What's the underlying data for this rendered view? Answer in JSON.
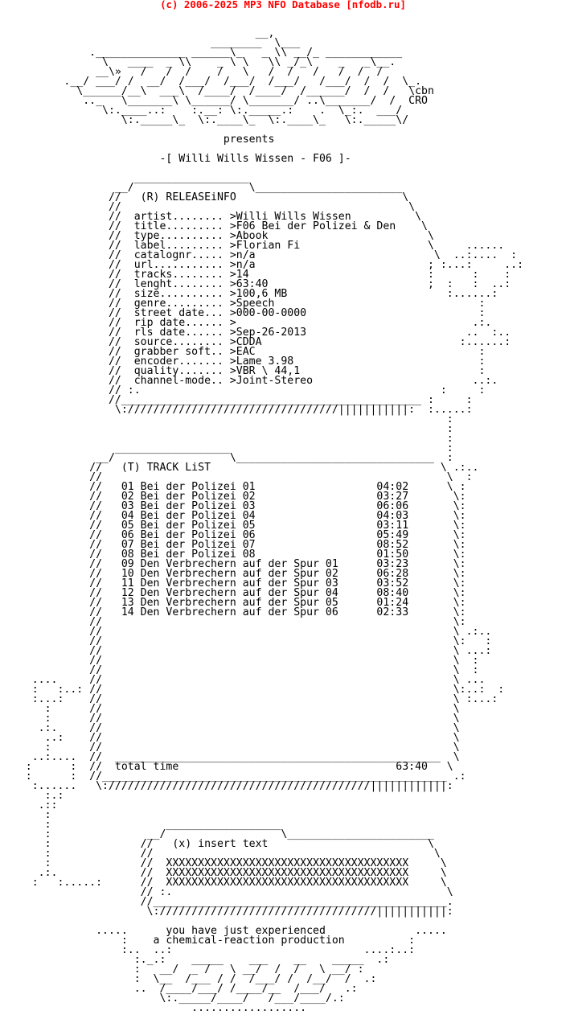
{
  "header": {
    "text": "(c) 2006-2025 MP3 NFO Database [nfodb.ru]",
    "color": "#ff0000"
  },
  "nfo": {
    "lines": [
      "",
      "",
      "                                        __,",
      "                                 ________  \\___",
      "              .______________ ______\\_   _ \\\\ __/_ ____________",
      "                \\   ____  _ \\\\    _ \\ \\   \\\\ _/_\\    _   _\\__.",
      "               __\\»   /   /  /    /   \\   /  /   /   /  /  /",
      "          .__/ ___/ /  __/  /___/  /___/  /___/   /___/  /  /  \\_.",
      "            \\______/__\\  ___\\  /____/  /____/  /______/  /  /   \\cbn",
      "             .._   \\_______\\ \\______/ \\_______/ ..\\_______/  /  CRO",
      "                \\:.____..:    :.__: \\:._____.:    .  \\_:.  ___/",
      "                   \\:._____\\_  \\:.____\\_  \\:.____\\_   \\:._____\\/",
      "",
      "                                   presents",
      "",
      "                         -[ Willi Wills Wissen - F06 ]-",
      "",
      "                     __________________",
      "                  __/                  \\_______________________",
      "                 //   (R) RELEASEiNFO                          \\",
      "                 //                                             \\",
      "                 //  artist........ >Willi Wills Wissen          \\",
      "                 //  title......... >F06 Bei der Polizei & Den    \\",
      "                 //  type.......... >Abook                         \\",
      "                 //  label......... >Florian Fi                    \\     ......",
      "                 //  catalognr..... >n/a                            \\  ..:....  :",
      "                 //  url........... >n/a                           ; :...:     ..:",
      "                 //  tracks........ >14                            :      :    :",
      "                 //  lenght........ >63:40                         ;  :   :  ..:",
      "                 //  size.......... >100,6 MB                         :......:",
      "                 //  genre......... >Speech                                :",
      "                 //  street date... >000-00-0000                           :",
      "                 //  rip date...... >                                     .:.",
      "                 //  rls date...... >Sep-26-2013                         ..  :..",
      "                 //  source........ >CDDA                               :......:",
      "                 //  grabber soft.. >EAC                                   :",
      "                 //  encoder....... >Lame 3.98                             :",
      "                 //  quality....... >VBR \\ 44,1                            :",
      "                 //  channel-mode.. >Joint-Stereo                         ..:.",
      "                 // :.                                               :     :",
      "                 //_______________________________________________ :     :",
      "                  \\://///////////////////////////////|||||||||||:  :.....:",
      "                                                                      :",
      "                                                                      :",
      "                                                                      :",
      "                  __________________                                  :",
      "               __/                  \\_______________________________  :",
      "              //   (T) TRACK LiST                                    \\ .:..",
      "              //                                                      \\  :",
      "              //   01 Bei der Polizei 01                   04:02      \\ :",
      "              //   02 Bei der Polizei 02                   03:27       \\:",
      "              //   03 Bei der Polizei 03                   06:06       \\:",
      "              //   04 Bei der Polizei 04                   04:03       \\:",
      "              //   05 Bei der Polizei 05                   03:11       \\:",
      "              //   06 Bei der Polizei 06                   05:49       \\:",
      "              //   07 Bei der Polizei 07                   08:52       \\:",
      "              //   08 Bei der Polizei 08                   01:50       \\:",
      "              //   09 Den Verbrechern auf der Spur 01      03:23       \\:",
      "              //   10 Den Verbrechern auf der Spur 02      06:28       \\:",
      "              //   11 Den Verbrechern auf der Spur 03      03:52       \\:",
      "              //   12 Den Verbrechern auf der Spur 04      08:40       \\:",
      "              //   13 Den Verbrechern auf der Spur 05      01:24       \\:",
      "              //   14 Den Verbrechern auf der Spur 06      02:33       \\:",
      "              //                                                       \\:",
      "              //                                                       \\ .:..",
      "              //                                                       \\:   :",
      "              //                                                       \\ ...:",
      "              //                                                       \\  :",
      "              //                                                       \\  :",
      "     ....     //                                                       \\ ...",
      "     :   :..: //                                                       \\:..:  :",
      "     :...:    //                                                       \\ :...:",
      "       :      //                                                       \\",
      "       :      //                                                       \\",
      "      .:.     //                                                       \\",
      "       ..:    //                                                       \\",
      "       :      //                                                       \\",
      "     ..:....  //  ___________________________________________________  \\",
      "    :      :  //  total time                                  63:40   \\",
      "    :      :  //______________________________________________________ .:",
      "     :......   \\://///////////////////////////////////////||||||||||||:",
      "       :.:",
      "      .::",
      "       :",
      "       :                  __________________",
      "       :               __/                  \\_______________________",
      "       :              //   (x) insert text                         \\",
      "       :              //                                            \\",
      "       :              //  XXXXXXXXXXXXXXXXXXXXXXXXXXXXXXXXXXXXXX     \\",
      "      .:.             //  XXXXXXXXXXXXXXXXXXXXXXXXXXXXXXXXXXXXXX     \\",
      "     :   :.....:      //  XXXXXXXXXXXXXXXXXXXXXXXXXXXXXXXXXXXXXX     \\",
      "                      // :.                                           \\",
      "                      //______________________________________________.",
      "                       \\://////////////////////////////////|||||||||||:",
      "",
      "               .....      you have just experienced              .....",
      "                   :    a chemical-reaction production          :",
      "                   :..  ..:                              ....:..:",
      "                     :._.:    _____    ___    __    _____  .:",
      "                     :   __/  _ /   \\ __/  /  /   \\ __/ :",
      "                     :  \\__  /___ / /  /___/ /  /__/  /  .:",
      "                     ..  /____/___/ /____/__  /___/   .:",
      "                         \\:._____/____/   /___/____/.:",
      "                              ..................",
      ""
    ]
  }
}
